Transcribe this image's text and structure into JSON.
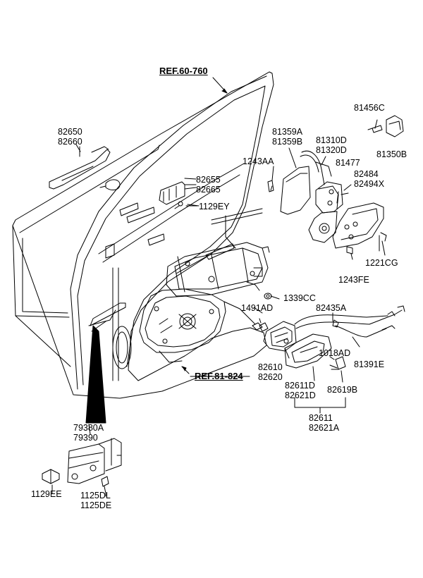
{
  "diagram": {
    "background_color": "#ffffff",
    "line_color": "#000000",
    "references": [
      {
        "id": "ref_door_frame",
        "text": "REF.60-760"
      },
      {
        "id": "ref_regulator",
        "text": "REF.81-824"
      }
    ],
    "labels": [
      {
        "id": "l_82650",
        "lines": [
          "82650",
          "82660"
        ]
      },
      {
        "id": "l_81456c",
        "lines": [
          "81456C"
        ]
      },
      {
        "id": "l_81359",
        "lines": [
          "81359A",
          "81359B"
        ]
      },
      {
        "id": "l_81310",
        "lines": [
          "81310D",
          "81320D"
        ]
      },
      {
        "id": "l_81350b",
        "lines": [
          "81350B"
        ]
      },
      {
        "id": "l_1243aa",
        "lines": [
          "1243AA"
        ]
      },
      {
        "id": "l_81477",
        "lines": [
          "81477"
        ]
      },
      {
        "id": "l_82484",
        "lines": [
          "82484",
          "82494X"
        ]
      },
      {
        "id": "l_82655",
        "lines": [
          "82655",
          "82665"
        ]
      },
      {
        "id": "l_1129ey",
        "lines": [
          "1129EY"
        ]
      },
      {
        "id": "l_1221cg",
        "lines": [
          "1221CG"
        ]
      },
      {
        "id": "l_1243fe",
        "lines": [
          "1243FE"
        ]
      },
      {
        "id": "l_1339cc",
        "lines": [
          "1339CC"
        ]
      },
      {
        "id": "l_1491ad",
        "lines": [
          "1491AD"
        ]
      },
      {
        "id": "l_82435a",
        "lines": [
          "82435A"
        ]
      },
      {
        "id": "l_1018ad",
        "lines": [
          "1018AD"
        ]
      },
      {
        "id": "l_81391e",
        "lines": [
          "81391E"
        ]
      },
      {
        "id": "l_82610",
        "lines": [
          "82610",
          "82620"
        ]
      },
      {
        "id": "l_82611d",
        "lines": [
          "82611D",
          "82621D"
        ]
      },
      {
        "id": "l_82619b",
        "lines": [
          "82619B"
        ]
      },
      {
        "id": "l_82611",
        "lines": [
          "82611",
          "82621A"
        ]
      },
      {
        "id": "l_79380a",
        "lines": [
          "79380A",
          "79390"
        ]
      },
      {
        "id": "l_1129ee",
        "lines": [
          "1129EE"
        ]
      },
      {
        "id": "l_1125dl",
        "lines": [
          "1125DL",
          "1125DE"
        ]
      }
    ]
  }
}
